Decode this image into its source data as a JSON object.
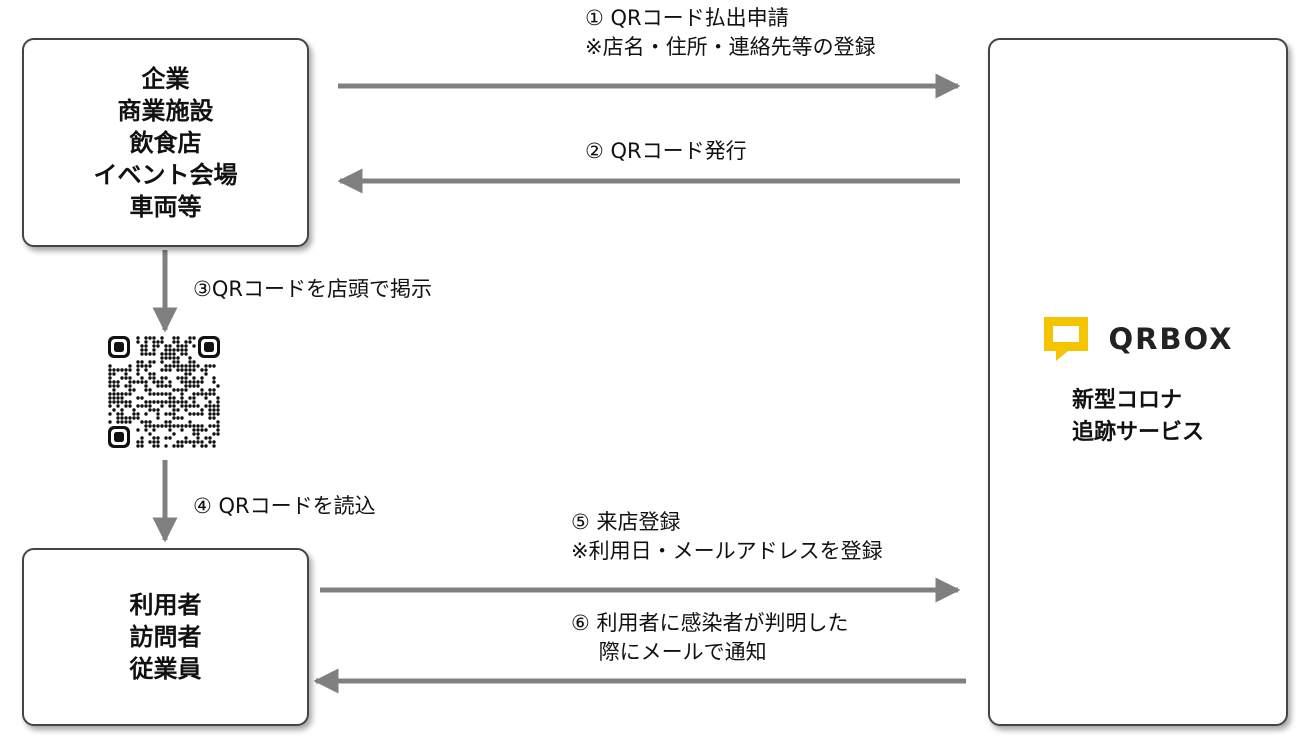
{
  "nodes": {
    "business": {
      "lines": [
        "企業",
        "商業施設",
        "飲食店",
        "イベント会場",
        "車両等"
      ]
    },
    "users": {
      "lines": [
        "利用者",
        "訪問者",
        "従業員"
      ]
    },
    "service": {
      "brand": "QRBOX",
      "lines": [
        "新型コロナ",
        "追跡サービス"
      ],
      "logo_color": "#F5C400"
    }
  },
  "steps": {
    "step1": [
      "① QRコード払出申請",
      "※店名・住所・連絡先等の登録"
    ],
    "step2": [
      "② QRコード発行"
    ],
    "step3": [
      "③QRコードを店頭で掲示"
    ],
    "step4": [
      "④ QRコードを読込"
    ],
    "step5": [
      "⑤ 来店登録",
      "※利用日・メールアドレスを登録"
    ],
    "step6": [
      "⑥ 利用者に感染者が判明した",
      "　 際にメールで通知"
    ]
  },
  "colors": {
    "arrow": "#808080",
    "border": "#444444"
  }
}
